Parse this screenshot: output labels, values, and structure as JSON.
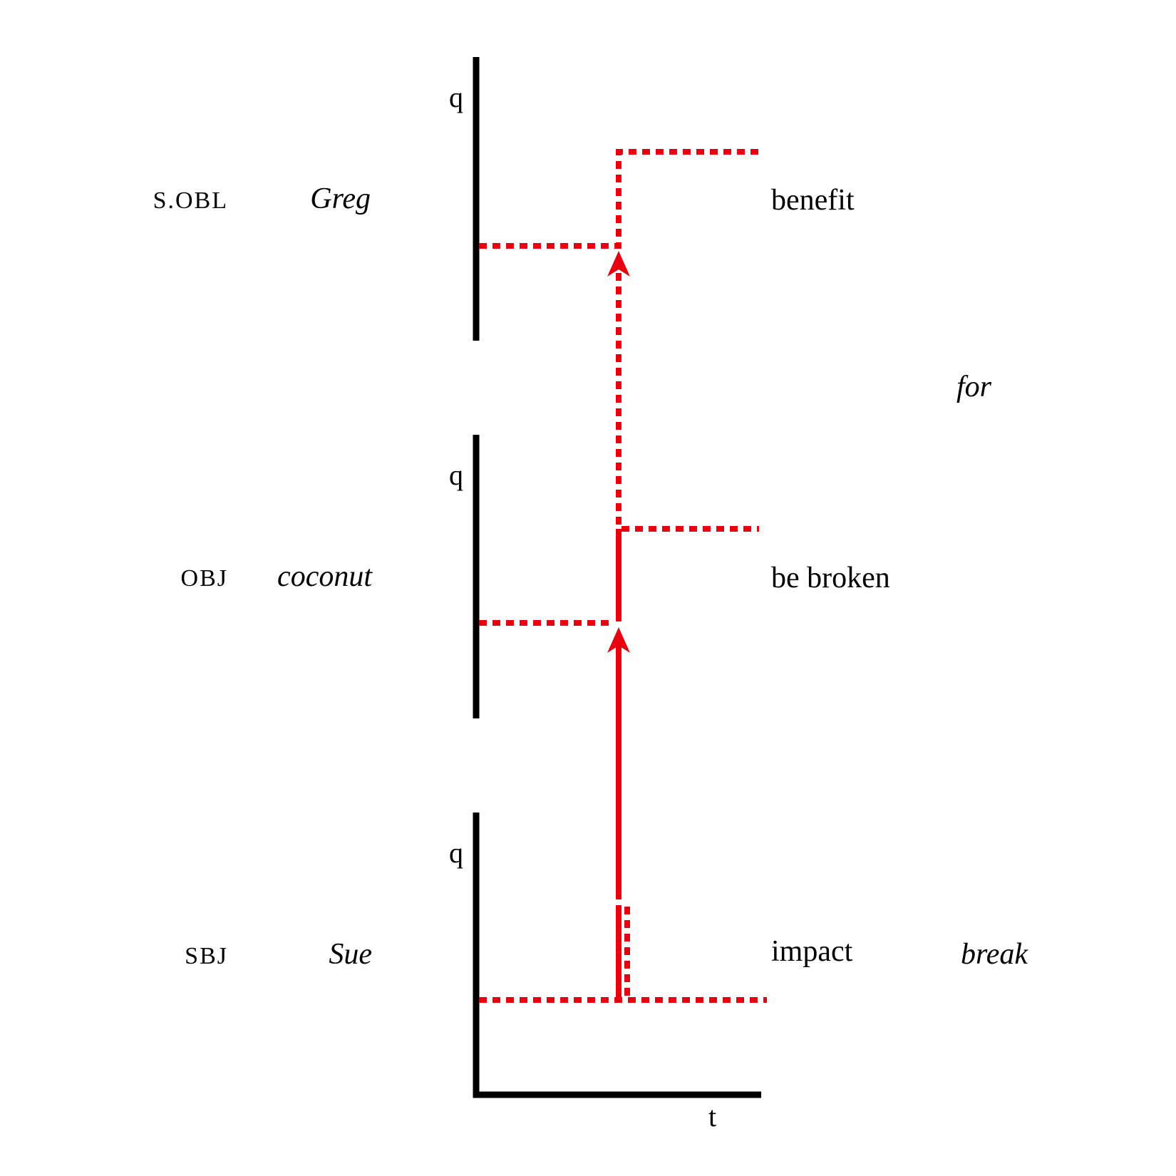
{
  "colors": {
    "accent": "#e8000f",
    "axis": "#000000"
  },
  "axes": {
    "q_label": "q",
    "t_label": "t"
  },
  "participants": [
    {
      "role": "S.OBL",
      "argument": "Greg",
      "predicate": "benefit"
    },
    {
      "role": "OBJ",
      "argument": "coconut",
      "predicate": "be broken"
    },
    {
      "role": "SBJ",
      "argument": "Sue",
      "predicate": "impact"
    }
  ],
  "verbs": {
    "for": "for",
    "break": "break"
  },
  "chart_data": {
    "type": "causal-chain",
    "levels": [
      "SBJ",
      "OBJ",
      "S.OBL"
    ],
    "links": [
      {
        "from": "impact",
        "to": "be broken",
        "style": "solid"
      },
      {
        "from": "be broken",
        "to": "benefit",
        "style": "dotted"
      }
    ]
  }
}
